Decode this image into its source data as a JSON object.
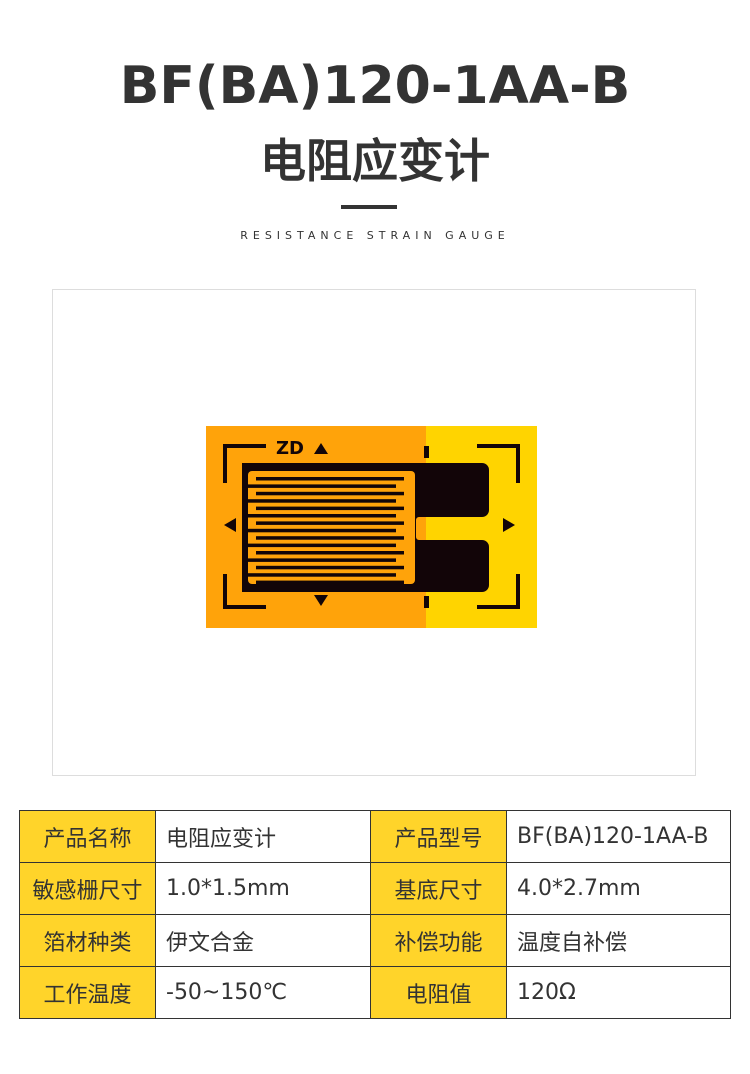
{
  "header": {
    "title": "BF(BA)120-1AA-B",
    "subtitle_cn": "电阻应变计",
    "subtitle_en": "RESISTANCE STRAIN GAUGE"
  },
  "gauge": {
    "mark": "ZD",
    "colors": {
      "orange": "#FFA30A",
      "yellow": "#FFD400",
      "ink": "#120508"
    }
  },
  "specs": [
    [
      {
        "label": "产品名称",
        "value": "电阻应变计"
      },
      {
        "label": "产品型号",
        "value": "BF(BA)120-1AA-B"
      }
    ],
    [
      {
        "label": "敏感栅尺寸",
        "value": "1.0*1.5mm"
      },
      {
        "label": "基底尺寸",
        "value": "4.0*2.7mm"
      }
    ],
    [
      {
        "label": "箔材种类",
        "value": "伊文合金"
      },
      {
        "label": "补偿功能",
        "value": "温度自补偿"
      }
    ],
    [
      {
        "label": "工作温度",
        "value": "-50~150℃"
      },
      {
        "label": "电阻值",
        "value": "120Ω"
      }
    ]
  ]
}
